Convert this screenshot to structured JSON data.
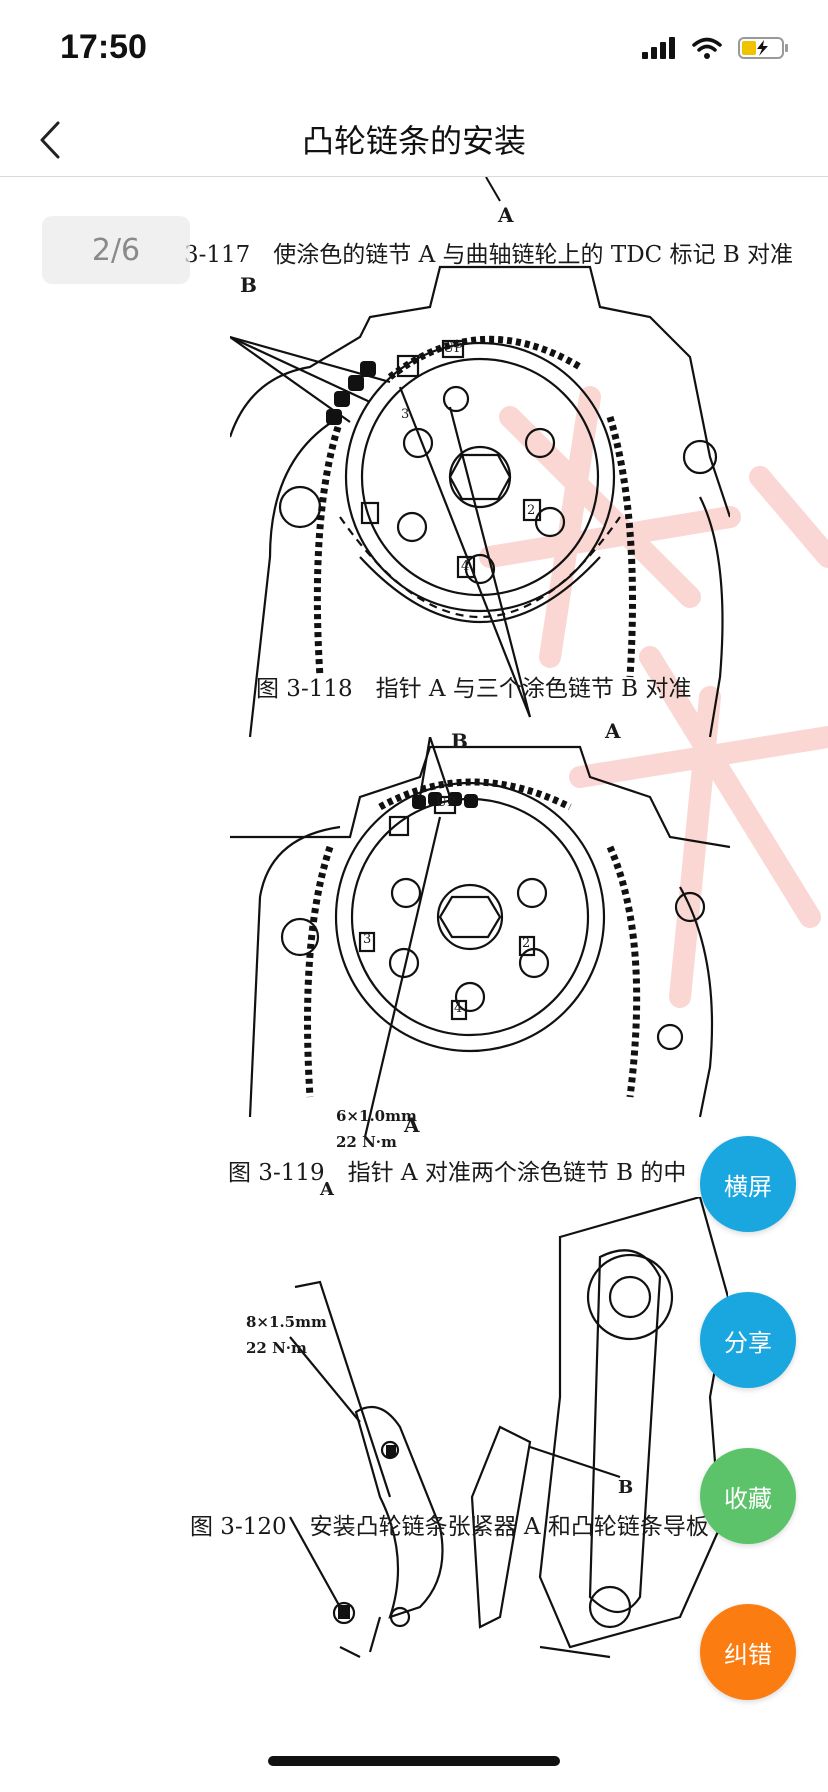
{
  "status_bar": {
    "time": "17:50"
  },
  "nav": {
    "title": "凸轮链条的安装"
  },
  "page_indicator": "2/6",
  "figures": {
    "fig117_label_a": "A",
    "fig117_caption": "3-117　使涂色的链节 A 与曲轴链轮上的 TDC 标记 B 对准",
    "fig118_label_a": "A",
    "fig118_label_b": "B",
    "fig118_mark_up": "UP",
    "fig118_mark_2": "2",
    "fig118_mark_3": "3",
    "fig118_mark_4": "4",
    "fig118_caption": "图 3-118　指针 A 与三个涂色链节 B 对准",
    "fig119_label_a": "A",
    "fig119_label_b": "B",
    "fig119_mark_up": "UP",
    "fig119_mark_2": "2",
    "fig119_mark_3": "3",
    "fig119_mark_4": "4",
    "fig119_caption": "图 3-119　指针 A 对准两个涂色链节 B 的中",
    "fig120_label_a": "A",
    "fig120_label_b": "B",
    "fig120_spec1_size": "6×1.0mm",
    "fig120_spec1_torque": "22 N·m",
    "fig120_spec2_size": "8×1.5mm",
    "fig120_spec2_torque": "22 N·m",
    "fig120_caption": "图 3-120　安装凸轮链条张紧器 A 和凸轮链条导板 B"
  },
  "fab": {
    "landscape": "横屏",
    "share": "分享",
    "favorite": "收藏",
    "report": "纠错"
  },
  "colors": {
    "fab_blue": "#1aa7e0",
    "fab_green": "#5cc36a",
    "fab_orange": "#fb7d12",
    "watermark": "#f4a7a0"
  }
}
